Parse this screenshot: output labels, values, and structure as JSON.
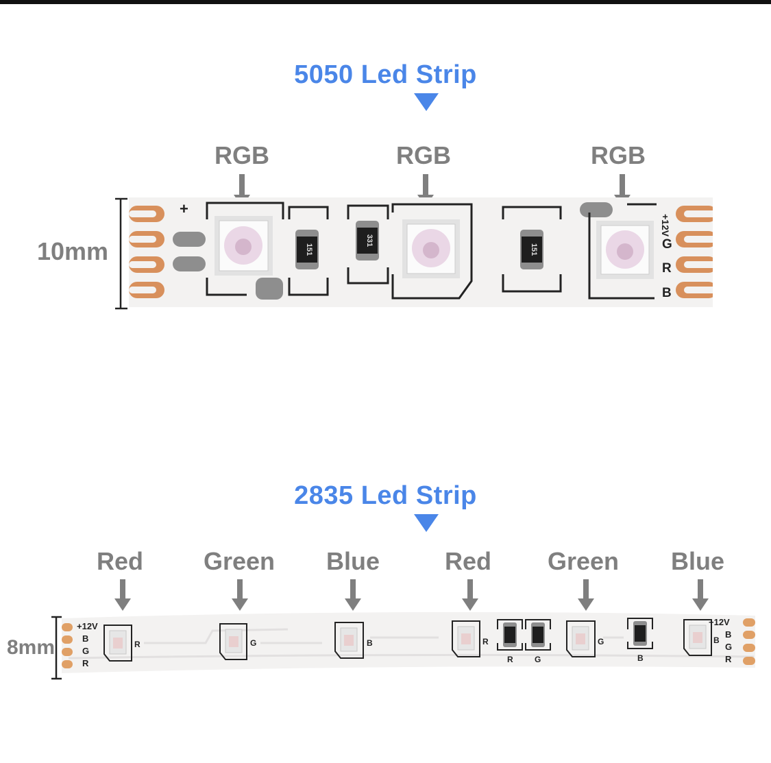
{
  "strip_5050": {
    "title": "5050 Led Strip",
    "width_label": "10mm",
    "chip_labels": [
      "RGB",
      "RGB",
      "RGB"
    ],
    "plus_mark": "+",
    "pad_labels": [
      "+12V",
      "G",
      "R",
      "B"
    ],
    "resistor_codes": [
      "151",
      "331",
      "151"
    ]
  },
  "strip_2835": {
    "title": "2835 Led Strip",
    "width_label": "8mm",
    "chip_labels": [
      "Red",
      "Green",
      "Blue",
      "Red",
      "Green",
      "Blue"
    ],
    "pad_labels_left": [
      "+12V",
      "B",
      "G",
      "R"
    ],
    "pad_labels_right": [
      "+12V",
      "B",
      "G",
      "R"
    ],
    "led_marks": [
      "R",
      "G",
      "B",
      "R",
      "G",
      "B"
    ],
    "resistor_marks": [
      "R",
      "G",
      "B"
    ]
  },
  "colors": {
    "title": "#4a86e8",
    "label": "#7f7f7f",
    "copper": "#d8905c",
    "pcb": "#f3f2f1"
  }
}
